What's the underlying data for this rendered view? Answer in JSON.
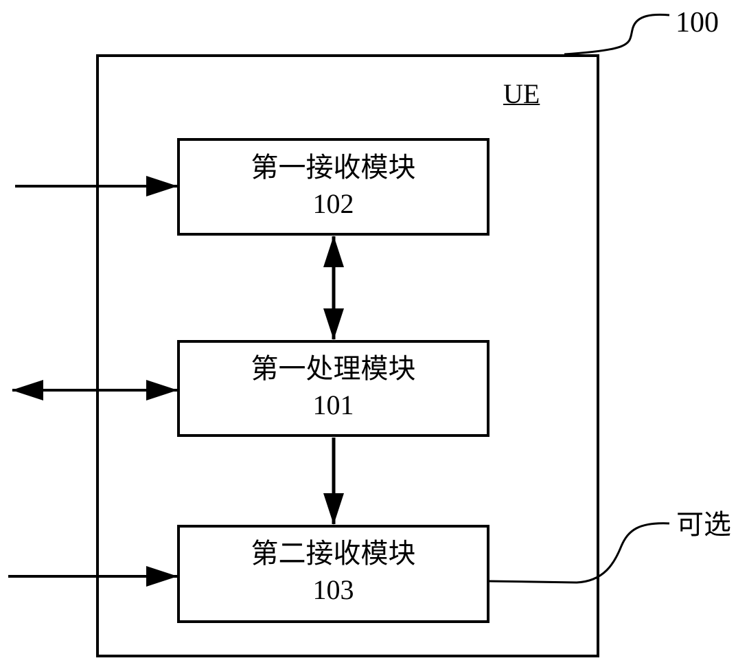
{
  "ref_label": "100",
  "container_label": "UE",
  "optional_label": "可选",
  "modules": {
    "first_receive": {
      "name": "第一接收模块",
      "number": "102"
    },
    "first_process": {
      "name": "第一处理模块",
      "number": "101"
    },
    "second_receive": {
      "name": "第二接收模块",
      "number": "103"
    }
  }
}
